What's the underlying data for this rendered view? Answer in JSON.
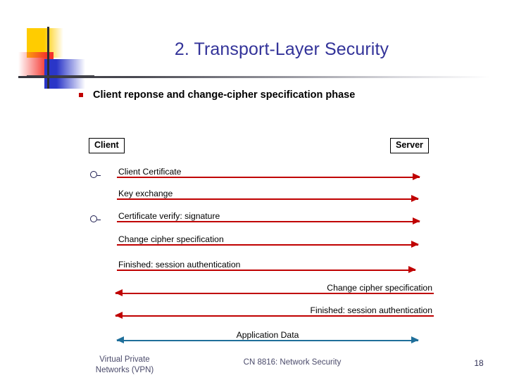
{
  "slide": {
    "title": "2. Transport-Layer Security",
    "bullet": "Client reponse and change-cipher specification phase",
    "bullet_marker": "square-bullet"
  },
  "diagram": {
    "client_label": "Client",
    "server_label": "Server",
    "optional_marker": "optional-circle-dash",
    "colors": {
      "arrow_red": "#c00000",
      "arrow_teal": "#1f6f9a",
      "title_blue": "#333399",
      "bullet_red": "#c00000"
    },
    "messages": [
      {
        "label": "Client Certificate",
        "direction": "right",
        "color": "red",
        "optional": true
      },
      {
        "label": "Key exchange",
        "direction": "right",
        "color": "red",
        "optional": false
      },
      {
        "label": "Certificate verify: signature",
        "direction": "right",
        "color": "red",
        "optional": true
      },
      {
        "label": "Change cipher specification",
        "direction": "right",
        "color": "red",
        "optional": false
      },
      {
        "label": "Finished: session authentication",
        "direction": "right",
        "color": "red",
        "optional": false
      },
      {
        "label": "Change cipher specification",
        "direction": "left",
        "color": "red",
        "optional": false
      },
      {
        "label": "Finished: session authentication",
        "direction": "left",
        "color": "red",
        "optional": false
      },
      {
        "label": "Application Data",
        "direction": "bidirectional",
        "color": "teal",
        "optional": false
      }
    ]
  },
  "footer": {
    "left": "Virtual Private",
    "left2": "Networks (VPN)",
    "center": "CN 8816: Network Security",
    "page": "18"
  }
}
